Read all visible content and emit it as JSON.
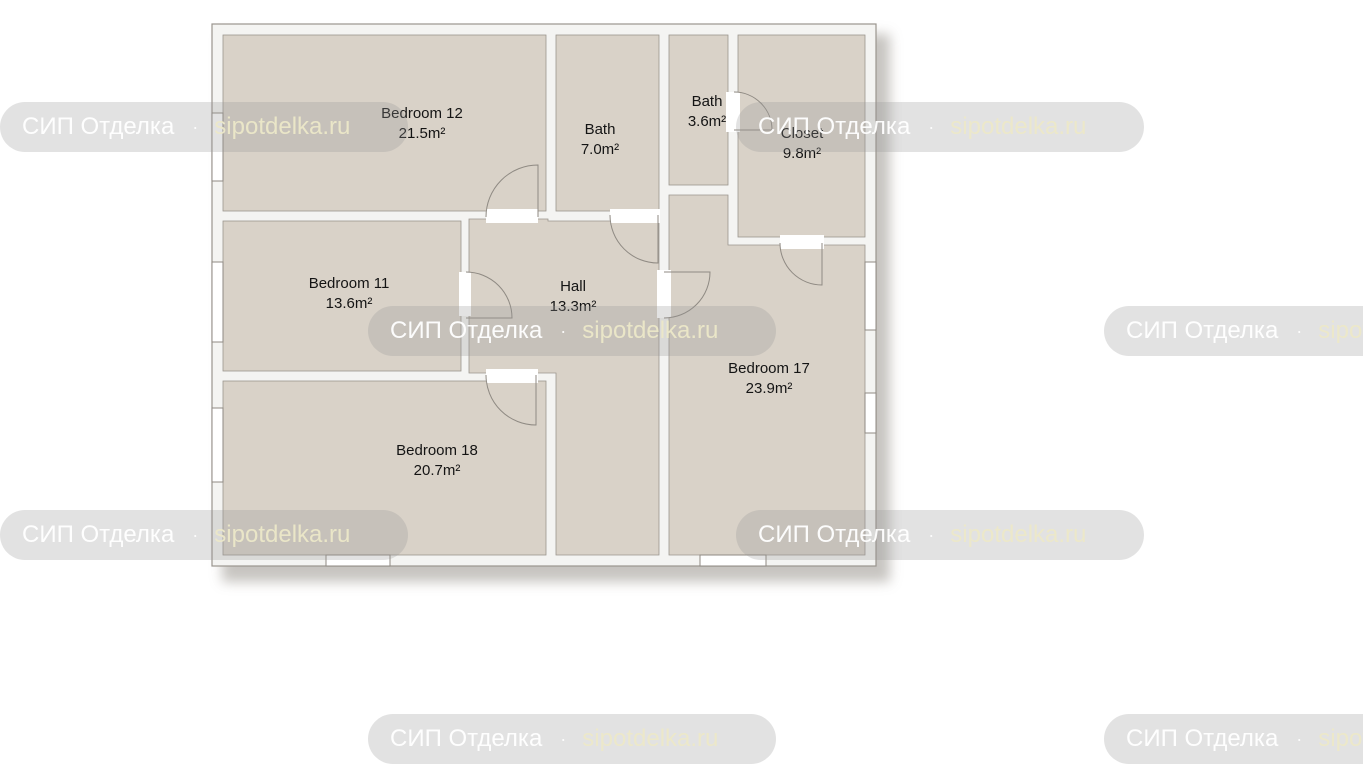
{
  "floorplan": {
    "colors": {
      "floor": "#d9d2c8",
      "wall": "#f4f4f2",
      "wall_edge": "#9a958e",
      "shadow": "#b9b6b1",
      "door": "#ffffff",
      "label": "#141414"
    },
    "rooms": [
      {
        "name": "Bedroom 12",
        "area": "21.5m²"
      },
      {
        "name": "Bath",
        "area": "7.0m²"
      },
      {
        "name": "Bath",
        "area": "3.6m²"
      },
      {
        "name": "Closet",
        "area": "9.8m²"
      },
      {
        "name": "Bedroom 11",
        "area": "13.6m²"
      },
      {
        "name": "Hall",
        "area": "13.3m²"
      },
      {
        "name": "Bedroom 17",
        "area": "23.9m²"
      },
      {
        "name": "Bedroom 18",
        "area": "20.7m²"
      }
    ]
  },
  "watermark": {
    "brand": "СИП Отделка",
    "separator": "·",
    "site": "sipotdelka.ru"
  }
}
